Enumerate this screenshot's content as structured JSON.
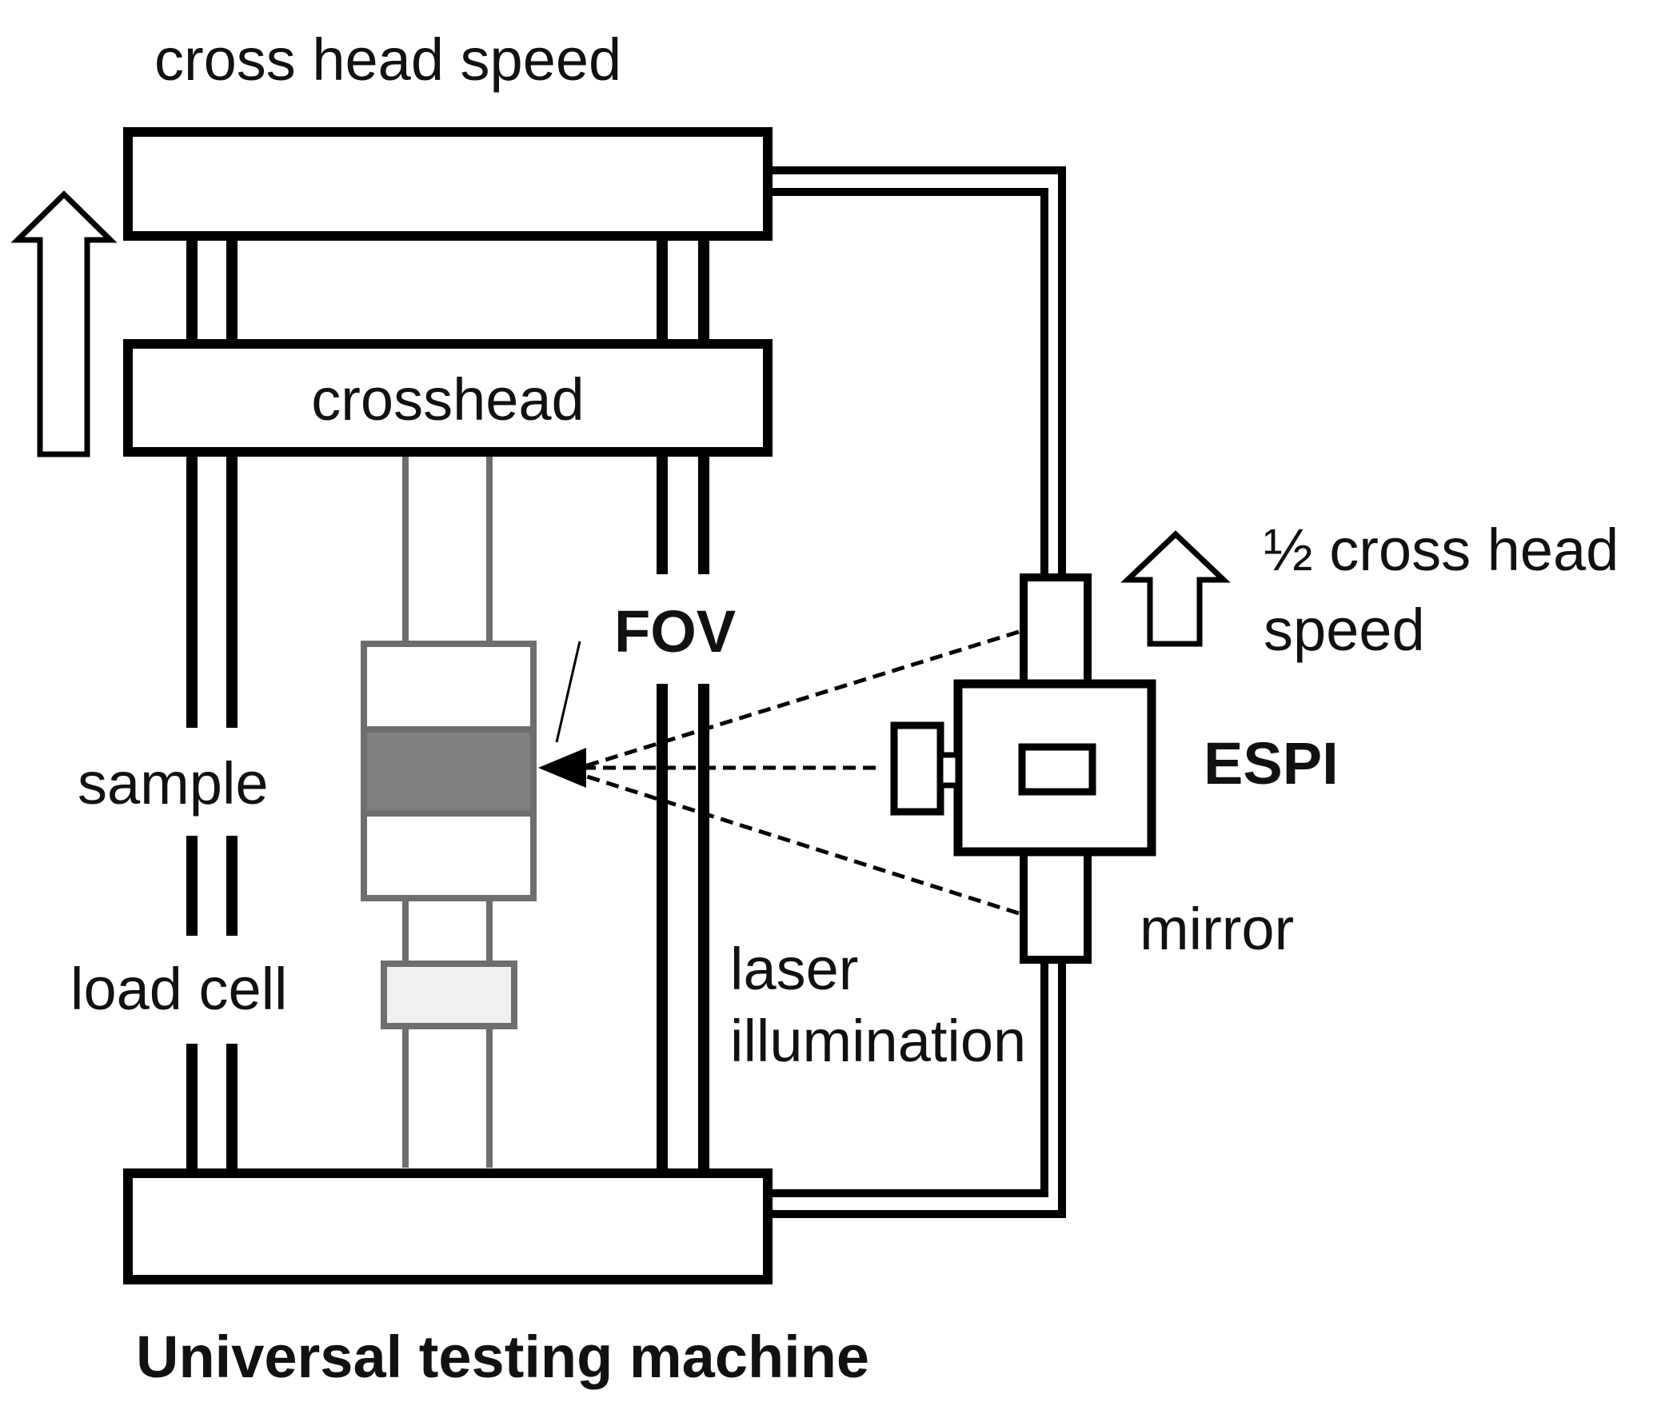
{
  "labels": {
    "cross_head_speed": "cross head speed",
    "crosshead": "crosshead",
    "half_line1": "½ cross head",
    "half_line2": "speed",
    "fov": "FOV",
    "espi": "ESPI",
    "sample": "sample",
    "load_cell": "load cell",
    "mirror": "mirror",
    "laser_line1": "laser",
    "laser_line2": "illumination",
    "machine": "Universal testing machine"
  },
  "colors": {
    "frame": "#000000",
    "sample_body": "#7f7f7f",
    "sample_outline": "#6e6e6e",
    "load_cell_fill": "#f0f0f0"
  }
}
